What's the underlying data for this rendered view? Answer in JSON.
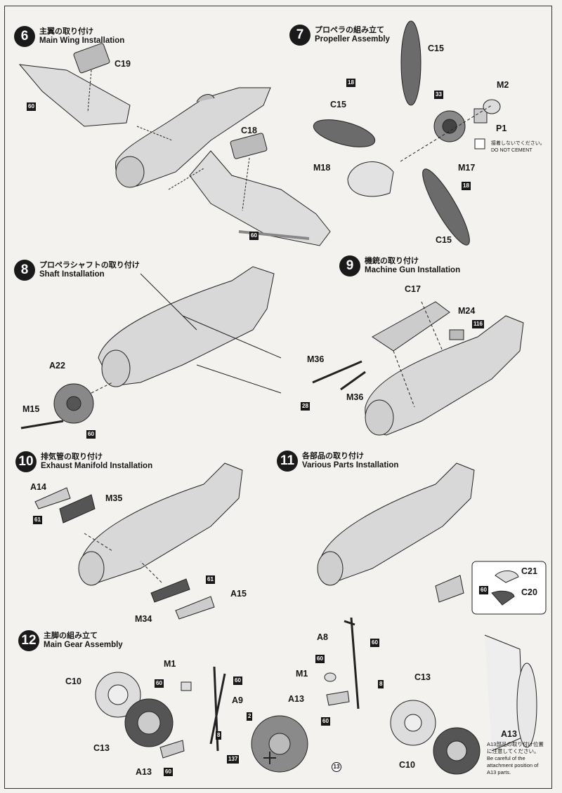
{
  "steps": [
    {
      "num": "6",
      "jp": "主翼の取り付け",
      "en": "Main Wing Installation"
    },
    {
      "num": "7",
      "jp": "プロペラの組み立て",
      "en": "Propeller Assembly"
    },
    {
      "num": "8",
      "jp": "プロペラシャフトの取り付け",
      "en": "Shaft Installation"
    },
    {
      "num": "9",
      "jp": "機銃の取り付け",
      "en": "Machine Gun Installation"
    },
    {
      "num": "10",
      "jp": "排気管の取り付け",
      "en": "Exhaust Manifold Installation"
    },
    {
      "num": "11",
      "jp": "各部品の取り付け",
      "en": "Various Parts Installation"
    },
    {
      "num": "12",
      "jp": "主脚の組み立て",
      "en": "Main Gear Assembly"
    }
  ],
  "parts": {
    "s6": {
      "c19": "C19",
      "c18": "C18",
      "p60a": "60",
      "p60b": "60"
    },
    "s7": {
      "c15a": "C15",
      "c15b": "C15",
      "c15c": "C15",
      "m2": "M2",
      "p1": "P1",
      "m17": "M17",
      "m18": "M18",
      "p18a": "18",
      "p18b": "18",
      "p33": "33",
      "no_cement_jp": "接着しないでください。",
      "no_cement_en": "DO NOT CEMENT"
    },
    "s8": {
      "a22": "A22",
      "m15": "M15",
      "p60": "60"
    },
    "s9": {
      "c17": "C17",
      "m24": "M24",
      "p116": "116",
      "m36a": "M36",
      "m36b": "M36",
      "p28": "28"
    },
    "s10": {
      "a14": "A14",
      "m35": "M35",
      "p61a": "61",
      "p61b": "61",
      "a15": "A15",
      "m34": "M34"
    },
    "s11": {
      "c21": "C21",
      "c20": "C20",
      "p60": "60"
    },
    "s12": {
      "c10a": "C10",
      "m1a": "M1",
      "p60a": "60",
      "p60b": "60",
      "a9": "A9",
      "c13a": "C13",
      "p8a": "8",
      "a13a": "A13",
      "p60c": "60",
      "p2": "2",
      "p137": "137",
      "p13": "13",
      "a8": "A8",
      "p60d": "60",
      "p60e": "60",
      "m1b": "M1",
      "p8b": "8",
      "a13b": "A13",
      "p60f": "60",
      "c13b": "C13",
      "c10b": "C10",
      "a13c": "A13",
      "note_jp": "A13部品の取り付け位置に注意してください。",
      "note_en": "Be careful of the attachment position of A13 parts."
    }
  },
  "colors": {
    "ink": "#1a1a1a",
    "part_grey": "#6b6b6b",
    "paper": "#f3f2ef"
  }
}
